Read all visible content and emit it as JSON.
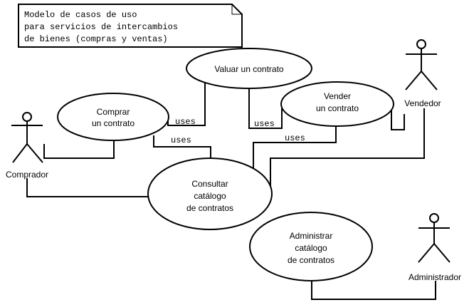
{
  "note": {
    "lines": [
      "Modelo de casos de uso",
      "para servicios de intercambios",
      "de bienes (compras y ventas)"
    ]
  },
  "actors": {
    "comprador": "Comprador",
    "vendedor": "Vendedor",
    "administrador": "Administrador"
  },
  "use_cases": {
    "valuar": [
      "Valuar un contrato"
    ],
    "comprar": [
      "Comprar",
      "un contrato"
    ],
    "vender": [
      "Vender",
      "un contrato"
    ],
    "consultar": [
      "Consultar",
      "catálogo",
      "de contratos"
    ],
    "administrar": [
      "Administrar",
      "catálogo",
      "de contratos"
    ]
  },
  "relations": {
    "uses_comprar_valuar": "uses",
    "uses_vender_valuar": "uses",
    "uses_comprar_consultar": "uses",
    "uses_vender_consultar": "uses"
  }
}
